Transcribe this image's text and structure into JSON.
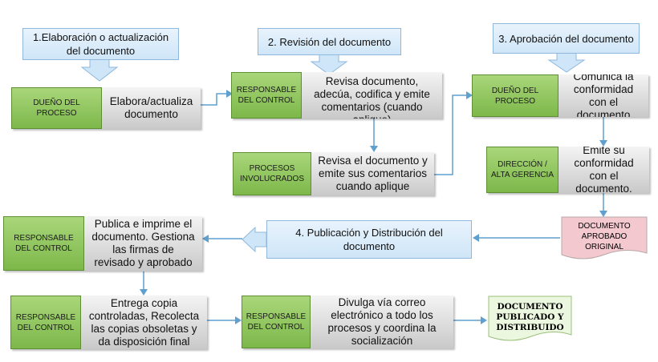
{
  "phases": {
    "p1": "1.Elaboración o actualización del documento",
    "p2": "2. Revisión  del documento",
    "p3": "3. Aprobación del documento",
    "p4": "4. Publicación y Distribución del documento"
  },
  "steps": {
    "s1": {
      "role": "DUEÑO DEL PROCESO",
      "task": "Elabora/actualiza documento"
    },
    "s2": {
      "role": "RESPONSABLE DEL CONTROL",
      "task": "Revisa documento, adecúa, codifica y emite comentarios (cuando aplique)"
    },
    "s3": {
      "role": "PROCESOS INVOLUCRADOS",
      "task": "Revisa el documento y emite sus comentarios cuando aplique"
    },
    "s4": {
      "role": "DUEÑO DEL PROCESO",
      "task": "Comunica la conformidad con el documento"
    },
    "s5": {
      "role": "DIRECCIÓN / ALTA GERENCIA",
      "task": "Emite su conformidad con el documento."
    },
    "s6": {
      "role": "RESPONSABLE DEL CONTROL",
      "task": "Publica e imprime el documento. Gestiona las firmas de revisado y aprobado"
    },
    "s7": {
      "role": "RESPONSABLE DEL CONTROL",
      "task": "Entrega copia controladas, Recolecta las copias obsoletas y da disposición final"
    },
    "s8": {
      "role": "RESPONSABLE DEL CONTROL",
      "task": "Divulga vía  correo electrónico a todo los procesos  y coordina la socialización"
    }
  },
  "documents": {
    "approved": "DOCUMENTO APROBADO ORIGINAL",
    "published": "DOCUMENTO PUBLICADO Y DISTRIBUIDO"
  },
  "colors": {
    "phase_fill": "#cfe6f8",
    "role_fill": "#8cc356",
    "task_fill": "#d9d9d9",
    "arrow": "#5fa0cf",
    "doc_approved_fill": "#f3c9cf",
    "doc_published_fill": "#ecf7e0"
  }
}
